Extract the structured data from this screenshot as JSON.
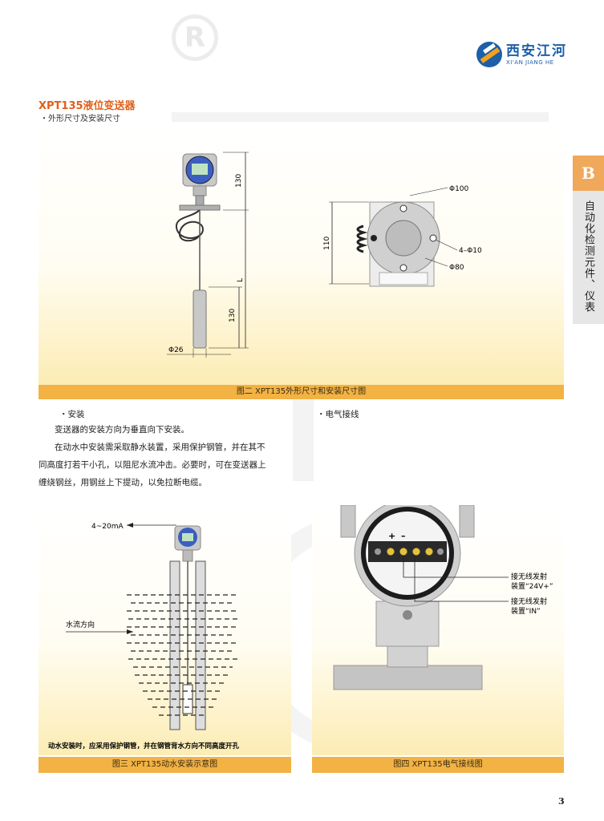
{
  "header": {
    "logo_cn": "西安江河",
    "logo_en": "XI'AN JIANG HE",
    "registered_mark": "R"
  },
  "side_tab": {
    "letter": "B",
    "label": "自动化检测元件、仪表"
  },
  "section": {
    "title": "XPT135液位变送器",
    "subtitle": "・外形尺寸及安装尺寸"
  },
  "figure2": {
    "caption": "图二  XPT135外形尺寸和安装尺寸图",
    "dim_top": "130",
    "dim_L": "L",
    "dim_probe": "130",
    "dim_dia26": "Φ26",
    "dim_110": "110",
    "dim_dia100": "Φ100",
    "dim_holes": "4–Φ10",
    "dim_dia80": "Φ80"
  },
  "install": {
    "heading": "・安装",
    "para1": "变送器的安装方向为垂直向下安装。",
    "para2_line1": "在动水中安装需采取静水装置，采用保护钢管，并在其不",
    "para2_line2": "同高度打若干小孔，以阻尼水流冲击。必要时，可在变送器上",
    "para2_line3": "缠绕钢丝，用钢丝上下提动，以免拉断电缆。"
  },
  "wiring": {
    "heading": "・电气接线"
  },
  "figure3": {
    "caption": "图三  XPT135动水安装示意图",
    "signal_label": "4~20mA",
    "flow_label": "水流方向",
    "note": "动水安装时，应采用保护钢管，并在钢管背水方向不同高度开孔"
  },
  "figure4": {
    "caption": "图四  XPT135电气接线图",
    "plus": "+",
    "minus": "–",
    "label1_line1": "接无线发射",
    "label1_line2": "装置“24V+”",
    "label2_line1": "接无线发射",
    "label2_line2": "装置“IN”"
  },
  "page_number": "3"
}
